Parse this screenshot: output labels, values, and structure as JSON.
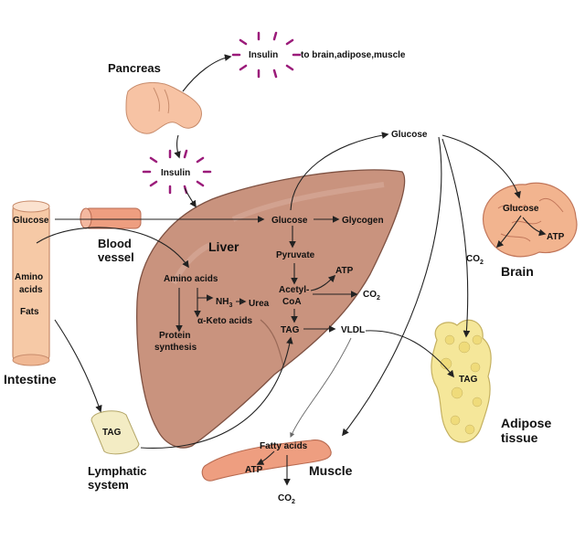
{
  "labels": {
    "pancreas": "Pancreas",
    "insulin_top": "Insulin",
    "insulin_targets": "to brain,adipose,muscle",
    "insulin_mid": "Insulin",
    "glucose_right": "Glucose",
    "glucose_intestine": "Glucose",
    "blood_vessel_1": "Blood",
    "blood_vessel_2": "vessel",
    "liver": "Liver",
    "glucose_liver": "Glucose",
    "glycogen": "Glycogen",
    "pyruvate": "Pyruvate",
    "atp_liver": "ATP",
    "acetyl_1": "Acetyl-",
    "acetyl_2": "CoA",
    "co2_liver": "CO",
    "co2_liver_sub": "2",
    "tag_liver": "TAG",
    "vldl": "VLDL",
    "amino_acids_liver": "Amino acids",
    "nh3": "NH",
    "nh3_sub": "3",
    "urea": "Urea",
    "keto_acids": "α-Keto acids",
    "protein_1": "Protein",
    "protein_2": "synthesis",
    "amino_1": "Amino",
    "amino_2": "acids",
    "fats": "Fats",
    "intestine": "Intestine",
    "tag_lymph": "TAG",
    "lymphatic_1": "Lymphatic",
    "lymphatic_2": "system",
    "fatty_acids": "Fatty acids",
    "atp_muscle": "ATP",
    "muscle": "Muscle",
    "co2_muscle": "CO",
    "co2_muscle_sub": "2",
    "glucose_brain": "Glucose",
    "atp_brain": "ATP",
    "co2_brain": "CO",
    "co2_brain_sub": "2",
    "brain": "Brain",
    "tag_adipose": "TAG",
    "adipose_1": "Adipose",
    "adipose_2": "tissue"
  },
  "colors": {
    "liver": "#c9937e",
    "liver_stroke": "#7e5142",
    "intestine": "#f6c9a6",
    "muscle": "#ee9e80",
    "brain": "#f2b48f",
    "adipose": "#f5e79a",
    "pancreas": "#f7c3a4",
    "insulin_burst": "#9b1b7a",
    "lymph": "#f3ecc4"
  }
}
